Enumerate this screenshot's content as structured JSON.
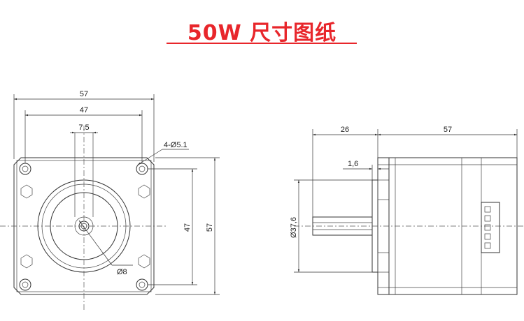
{
  "title": "50W 尺寸图纸",
  "colors": {
    "title": "#e8262b",
    "line": "#333333"
  },
  "front_view": {
    "dim_width_outer": "57",
    "dim_width_holes": "47",
    "dim_shaft_flat": "7.5",
    "dim_mount_holes": "4-Ø5.1",
    "dim_height_holes": "47",
    "dim_height_outer": "57",
    "dim_shaft_dia": "Ø8"
  },
  "side_view": {
    "dim_shaft_length": "26",
    "dim_body_length": "57",
    "dim_flange": "1,6",
    "dim_pilot_dia": "Ø37,6"
  }
}
